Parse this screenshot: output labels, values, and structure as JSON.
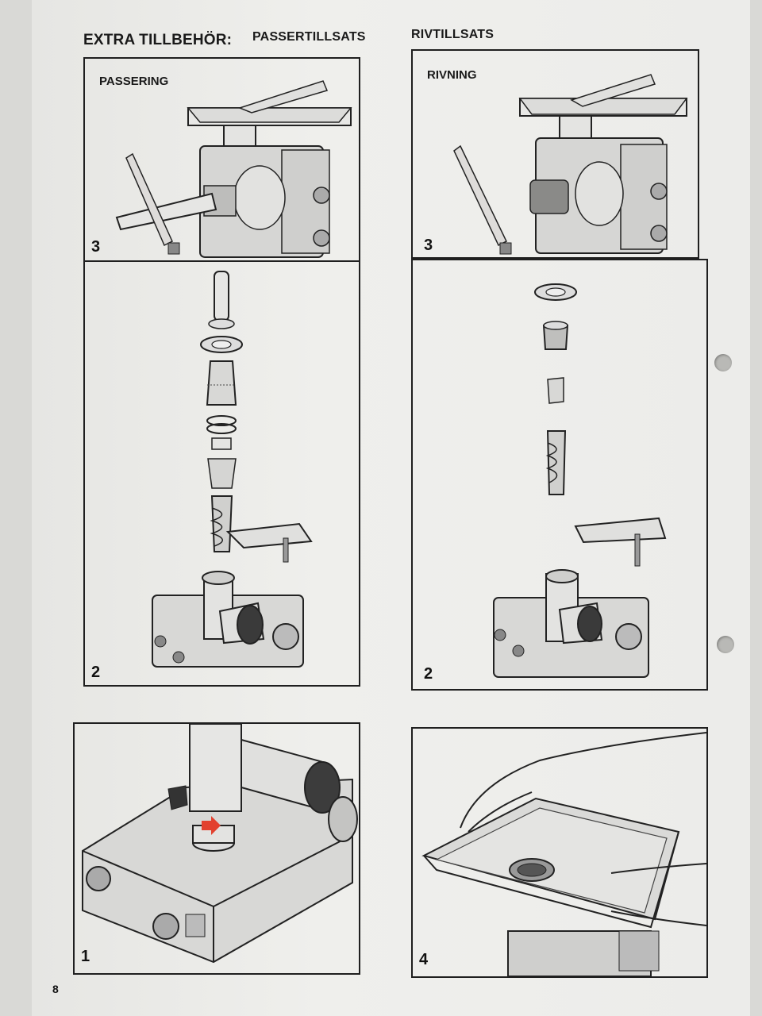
{
  "header": {
    "title": "EXTRA TILLBEHÖR:",
    "left_subtitle": "PASSERTILLSATS",
    "right_subtitle": "RIVTILLSATS"
  },
  "panels": {
    "passering_assembled": {
      "label": "PASSERING",
      "step": "3"
    },
    "passering_parts": {
      "step": "2"
    },
    "rivning_assembled": {
      "label": "RIVNING",
      "step": "3"
    },
    "rivning_parts": {
      "step": "2"
    },
    "base_attach": {
      "step": "1"
    },
    "tray": {
      "step": "4"
    }
  },
  "page_number": "8"
}
